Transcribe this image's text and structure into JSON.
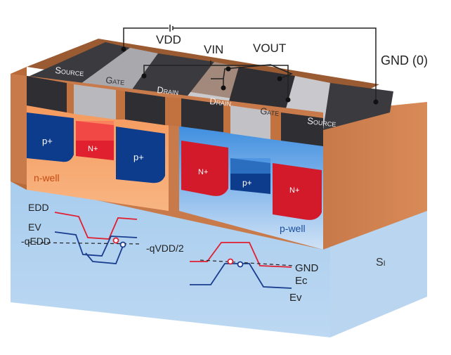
{
  "labels": {
    "vdd": "VDD",
    "vin": "VIN",
    "vout": "VOUT",
    "gnd_terminal": "GND (0)",
    "source_left": "Source",
    "gate_left": "Gate",
    "drain_left": "Drain",
    "drain_right": "Drain",
    "gate_right": "Gate",
    "source_right": "Source",
    "p_plus_1": "p+",
    "n_plus_1": "N+",
    "p_plus_2": "p+",
    "n_plus_2": "N+",
    "p_plus_3": "p+",
    "n_plus_3": "N+",
    "n_well": "n-well",
    "p_well": "p-well",
    "si": "Si"
  },
  "band_left": {
    "edd": "EDD",
    "ev": "EV",
    "qedd": "-qEDD"
  },
  "band_right": {
    "qvdd": "-qVDD/2",
    "gnd": "GND",
    "ec": "Ec",
    "ev": "Ev"
  },
  "colors": {
    "gate_contact": "#bfbfbf",
    "source_drain_contact": "#3a3a3f",
    "oxide_separator": "#b8713a",
    "n_well": "#f5a36b",
    "p_well": "#6fa8dc",
    "p_plus": "#0d3c8c",
    "n_plus": "#d9192a",
    "substrate": "#9ec5e8",
    "band_red": "#e02030",
    "band_blue": "#1a3d8f"
  }
}
